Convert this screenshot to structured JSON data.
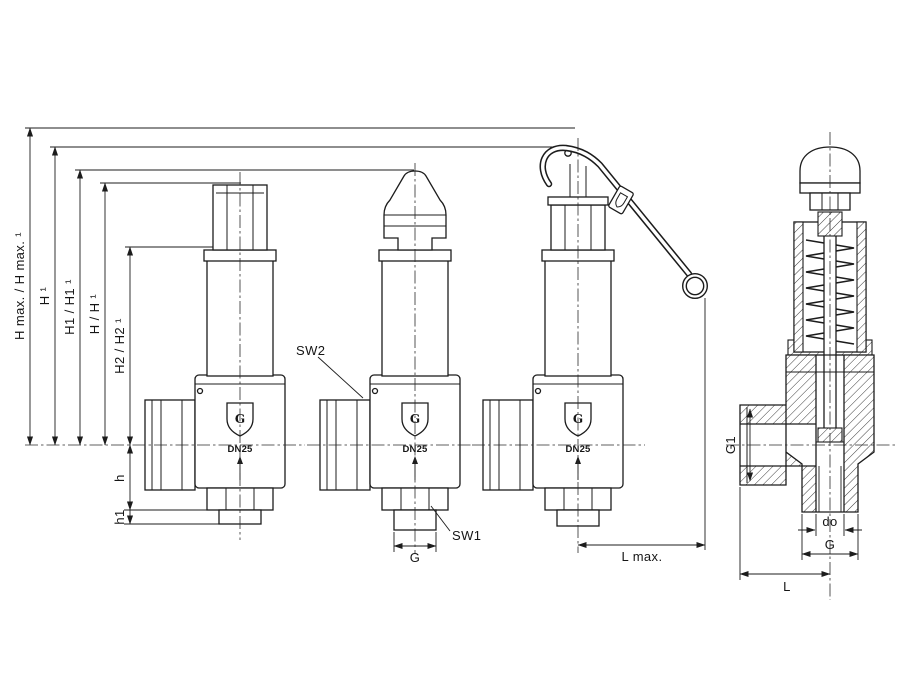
{
  "drawing": {
    "vertical_dimensions": [
      {
        "label": "H max. / H max. ¹"
      },
      {
        "label": "H ¹"
      },
      {
        "label": "H1 / H1 ¹"
      },
      {
        "label": "H / H ¹"
      },
      {
        "label": "H2 / H2 ¹"
      }
    ],
    "small_dimensions": {
      "h": "h",
      "h1": "h1"
    },
    "callouts": {
      "sw2": "SW2",
      "sw1": "SW1"
    },
    "under_dimensions": {
      "g": "G",
      "l_max": "L max."
    },
    "valves": [
      {
        "dn": "DN25",
        "logo": "G"
      },
      {
        "dn": "DN25",
        "logo": "G"
      },
      {
        "dn": "DN25",
        "logo": "G"
      }
    ],
    "section": {
      "g1": "G1",
      "do": "do",
      "g": "G",
      "l": "L"
    }
  }
}
